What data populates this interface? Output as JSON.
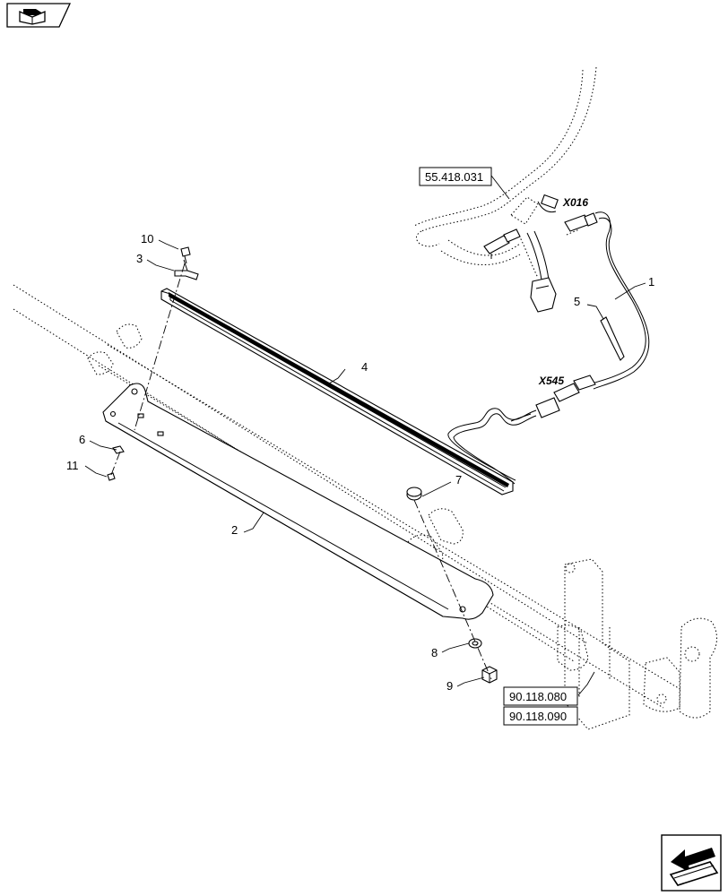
{
  "navigation": {
    "prev_icon": "book-arrow-icon",
    "next_icon": "next-page-arrow-icon"
  },
  "callouts": {
    "c1": "1",
    "c2": "2",
    "c3": "3",
    "c4": "4",
    "c5": "5",
    "c6": "6",
    "c7": "7",
    "c8": "8",
    "c9": "9",
    "c10": "10",
    "c11": "11"
  },
  "connectors": {
    "x016": "X016",
    "x545": "X545"
  },
  "references": {
    "ref_harness": "55.418.031",
    "ref_frame_a": "90.118.080",
    "ref_frame_b": "90.118.090"
  }
}
